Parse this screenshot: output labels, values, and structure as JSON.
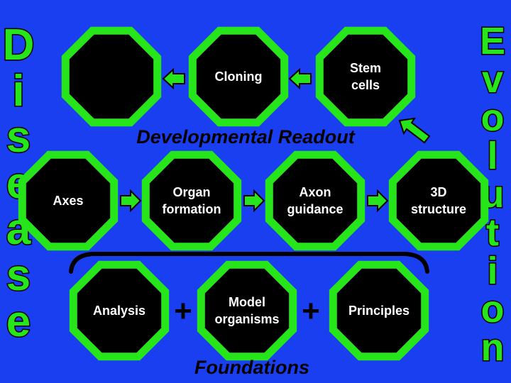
{
  "colors": {
    "background": "#1a3ff0",
    "node_fill": "#000000",
    "node_border": "#26e51a",
    "label": "#ffffff",
    "side_letters": "#26e51a"
  },
  "side_labels": {
    "left": "Disease",
    "right": "Evolution"
  },
  "sections": {
    "developmental_readout": "Developmental Readout",
    "foundations": "Foundations"
  },
  "operators": {
    "plus_1": "+",
    "plus_2": "+"
  },
  "nodes": {
    "blank": [
      ""
    ],
    "cloning": [
      "Cloning"
    ],
    "stem_cells": [
      "Stem",
      "cells"
    ],
    "axes": [
      "Axes"
    ],
    "organ_formation": [
      "Organ",
      "formation"
    ],
    "axon_guidance": [
      "Axon",
      "guidance"
    ],
    "structure_3d": [
      "3D",
      "structure"
    ],
    "analysis": [
      "Analysis"
    ],
    "model_organisms": [
      "Model",
      "organisms"
    ],
    "principles": [
      "Principles"
    ]
  }
}
